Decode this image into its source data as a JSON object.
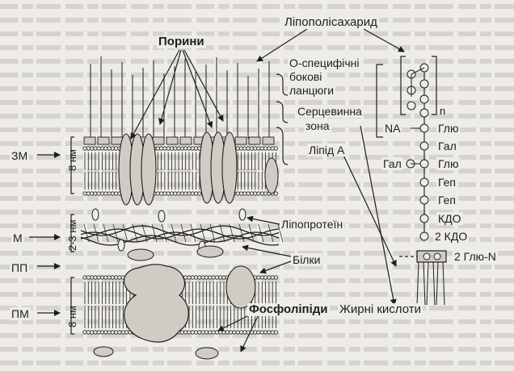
{
  "labels": {
    "lipopolysaccharide": "Ліпополісахарид",
    "porins": "Порини",
    "o_specific_1": "О-специфічні",
    "o_specific_2": "бокові",
    "o_specific_3": "ланцюги",
    "core_1": "Серцевинна",
    "core_2": "зона",
    "lipid_a": "Ліпід А",
    "lipoprotein": "Ліпопротеїн",
    "proteins": "Білки",
    "phospholipids": "Фосфоліпіди",
    "fatty_acids": "Жирні кислоти",
    "n": "n"
  },
  "layers": {
    "zm": "ЗМ",
    "m": "М",
    "pp": "ПП",
    "pm": "ПМ"
  },
  "dimensions": {
    "outer": "8 нм",
    "middle": "2-3 нм",
    "inner": "8 нм"
  },
  "chain": {
    "na": "NA",
    "left_gal": "Гал",
    "items": [
      "Глю",
      "Гал",
      "Глю",
      "Геп",
      "Геп",
      "КДО",
      "2 КДО"
    ],
    "base": "2 Глю-N"
  },
  "colors": {
    "ink": "#1e1e1e",
    "paper": "#eeece7",
    "protein_fill": "#cfccc4"
  }
}
